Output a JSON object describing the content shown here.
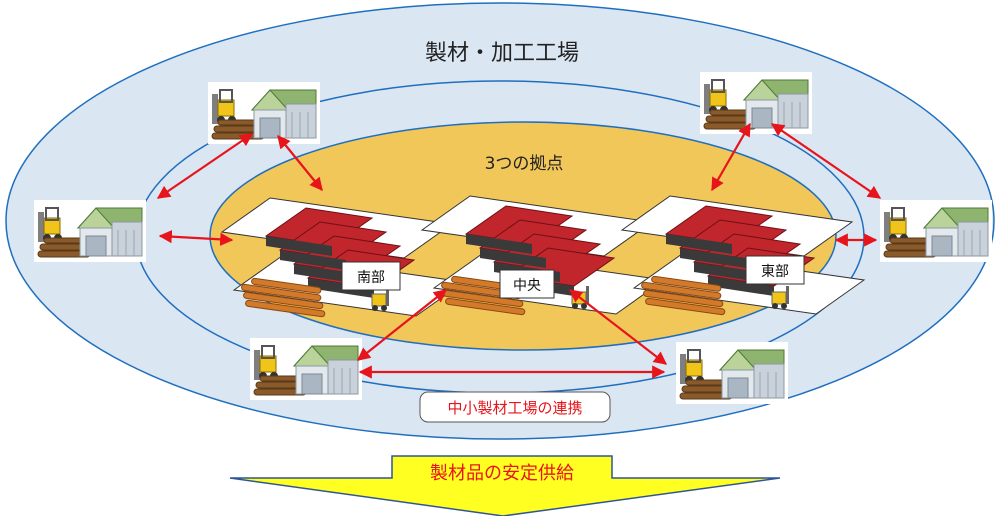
{
  "outer_label": "製材・加工工場",
  "inner_label": "3つの拠点",
  "bases": [
    {
      "key": "south",
      "label": "南部"
    },
    {
      "key": "center",
      "label": "中央"
    },
    {
      "key": "east",
      "label": "東部"
    }
  ],
  "partnership_label": "中小製材工場の連携",
  "supply_label": "製材品の安定供給",
  "colors": {
    "outer_fill": "#dbe6f3",
    "ring_line": "#1f6fbf",
    "core_fill": "#f2c75a",
    "arrow": "#e8141b",
    "partnership_text": "#e8141b",
    "supply_fill": "#ffff22",
    "supply_text": "#e8141b",
    "supply_border": "#2f5597",
    "roof": "#c0262c"
  }
}
